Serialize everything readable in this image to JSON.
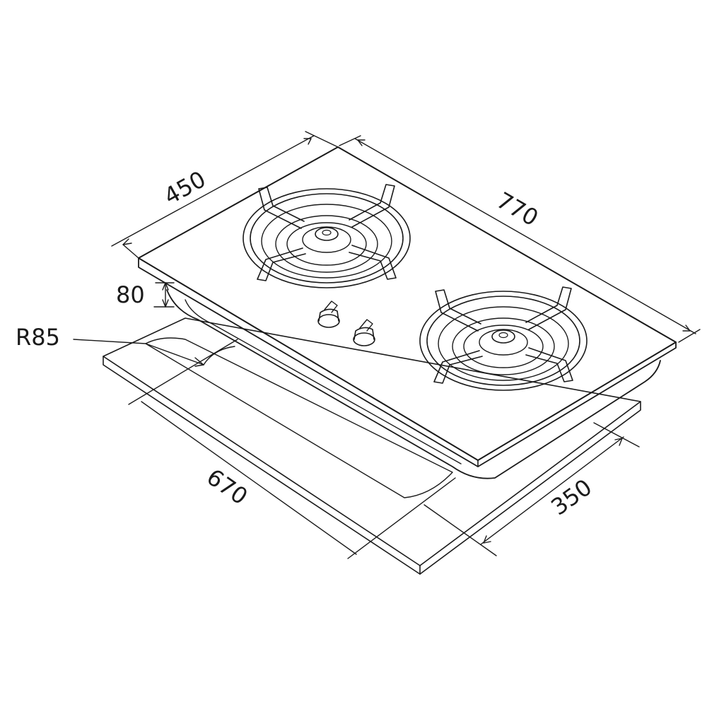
{
  "diagram": {
    "subject": "two-burner gas hob isometric dimension drawing",
    "dimensions": {
      "width_top": "770",
      "depth_top": "450",
      "height": "80",
      "radius": "R85",
      "cutout_width": "670",
      "cutout_depth": "350"
    },
    "burners": [
      {
        "name": "left-burner"
      },
      {
        "name": "right-burner"
      }
    ],
    "knobs": [
      {
        "name": "left-knob"
      },
      {
        "name": "right-knob"
      }
    ],
    "colors": {
      "line": "#1a1a1a",
      "background": "#ffffff"
    }
  }
}
